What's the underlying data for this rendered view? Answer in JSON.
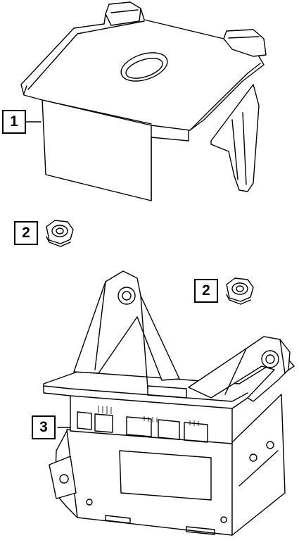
{
  "callouts": [
    {
      "label": "1"
    },
    {
      "label": "2"
    },
    {
      "label": "2"
    },
    {
      "label": "3"
    }
  ]
}
